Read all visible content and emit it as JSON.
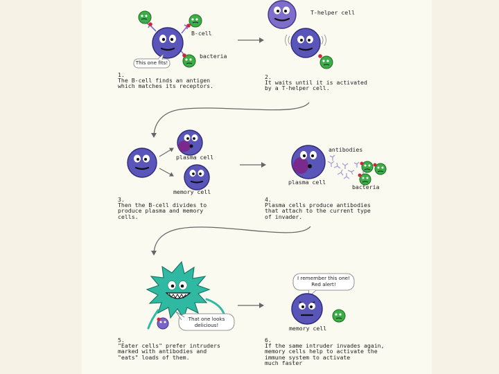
{
  "colors": {
    "page_bg": "#f6f2e6",
    "panel_bg": "#fbfaf1",
    "cell_purple": "#5a55b8",
    "bacteria_green": "#3cae45",
    "eater_teal": "#2fb9a2",
    "antibody_lilac": "#a79bdc",
    "nucleus_magenta": "#7a2a8c",
    "arrow_gray": "#666666"
  },
  "labels": {
    "t_helper_cell": "T-helper cell",
    "b_cell": "B-cell",
    "bacteria_1": "bacteria",
    "plasma_cell_3": "plasma cell",
    "memory_cell_3": "memory cell",
    "antibodies": "antibodies",
    "plasma_cell_4": "plasma cell",
    "bacteria_4": "bacteria",
    "memory_cell_6": "memory cell"
  },
  "bubbles": {
    "this_one_fits": "This one fits!",
    "that_one_looks_delicious": "That one looks delicious!",
    "i_remember_this_one": "I remember this one! Red alert!"
  },
  "steps": [
    {
      "number": "1.",
      "text": "The B-cell finds an antigen\nwhich matches its receptors."
    },
    {
      "number": "2.",
      "text": "It waits until it is activated\nby a T-helper cell."
    },
    {
      "number": "3.",
      "text": "Then the B-cell divides to\nproduce plasma and memory\ncells."
    },
    {
      "number": "4.",
      "text": "Plasma cells produce antibodies\nthat attach to the current type\nof invader."
    },
    {
      "number": "5.",
      "text": "\"Eater cells\" prefer intruders\nmarked with antibodies and\n\"eats\" loads of them."
    },
    {
      "number": "6.",
      "text": "If the same intruder invades again,\nmemory cells help to activate the\nimmune system to activate\nmuch faster"
    }
  ],
  "icons": [
    "b-cell-icon",
    "bacteria-icon",
    "receptor-icon",
    "t-helper-cell-icon",
    "plasma-cell-icon",
    "memory-cell-icon",
    "antibody-icon",
    "eater-cell-icon",
    "arrow-icon"
  ]
}
